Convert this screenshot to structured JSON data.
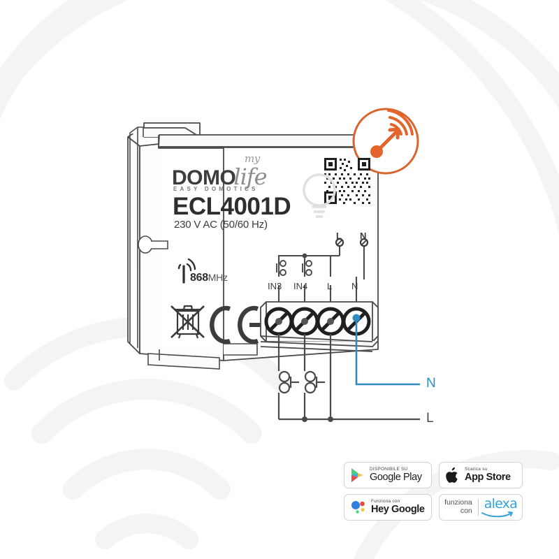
{
  "document": {
    "type": "product-wiring-diagram",
    "product_model": "ECL4001D"
  },
  "device": {
    "brand": {
      "prefix": "my",
      "name_bold": "DOMO",
      "name_italic": "life",
      "tagline": "EASY DOMOTICS"
    },
    "model": "ECL4001D",
    "voltage": "230 V AC  (50/60 Hz)",
    "radio_frequency": "868",
    "radio_frequency_unit": "MHz",
    "marks": [
      "weee-crossed-bin-icon",
      "ce-mark-icon"
    ],
    "qr_code": "qr-code-icon",
    "rf_badge": "rf-antenna-icon"
  },
  "wiring": {
    "terminal_labels": [
      "IN3",
      "IN4",
      "L",
      "N"
    ],
    "top_labels": [
      "L",
      "N"
    ],
    "output_labels": [
      {
        "text": "N",
        "color": "#2e8bc0"
      },
      {
        "text": "L",
        "color": "#4a4a4a"
      }
    ],
    "pushbutton_count": 2,
    "screw_terminal_count": 4,
    "highlight_color": "#2e8bc0"
  },
  "badges": [
    {
      "id": "google-play",
      "small_text": "DISPONIBILE SU",
      "big_text": "Google Play",
      "icon": "google-play-icon"
    },
    {
      "id": "app-store",
      "small_text": "Scarica su",
      "big_text": "App Store",
      "icon": "apple-icon"
    },
    {
      "id": "hey-google",
      "small_text": "Funziona con",
      "big_text": "Hey Google",
      "icon": "google-assistant-icon"
    },
    {
      "id": "alexa",
      "small_text_line1": "funziona",
      "small_text_line2": "con",
      "big_text": "alexa",
      "icon": "amazon-smile-icon"
    }
  ],
  "colors": {
    "accent_orange": "#e2662c",
    "accent_blue": "#2e8bc0",
    "line_dark": "#3f3f3f",
    "watermark": "#f4f4f4",
    "background": "#ffffff"
  }
}
